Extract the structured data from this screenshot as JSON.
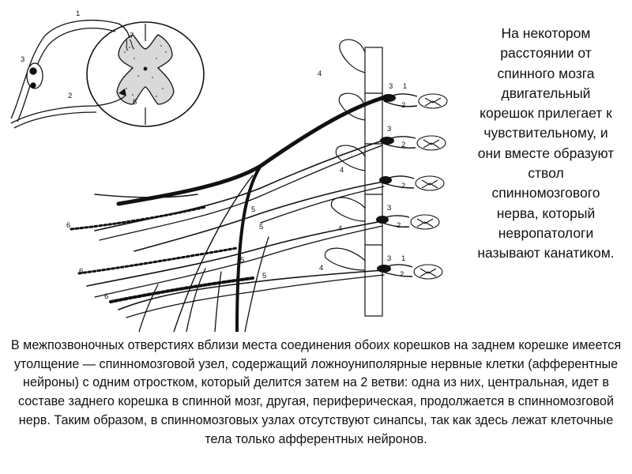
{
  "side_text": "На некотором расстоянии от спинного мозга двигательный корешок прилегает к чувствительному, и они вместе образуют ствол спинномозгового нерва, который невропатологи называют канатиком.",
  "bottom_text": "В межпозвоночных отверстиях вблизи места соединения обоих корешков на заднем корешке имеется утолщение — спинномозговой узел, содержащий ложноуниполярные нервные клетки (афферентные нейроны) с одним отростком, который делится затем на 2 ветви: одна из них, центральная, идет в составе заднего корешка в спинной мозг, другая, периферическая, продолжается в спинномозговой нерв. Таким образом, в спинномозговых узлах отсутствуют синапсы, так как здесь лежат клеточные тела только афферентных нейронов.",
  "labels": {
    "inset_1": "1",
    "inset_2": "2",
    "inset_3": "3",
    "inset_7": "7",
    "inset_8": "8",
    "main_4": "4",
    "main_4b": "4",
    "main_4c": "4",
    "main_4d": "4",
    "main_5a": "5",
    "main_5b": "5",
    "main_5c": "5",
    "main_5d": "5",
    "main_6a": "6",
    "main_6b": "6",
    "main_6c": "6",
    "seg1_3": "3",
    "seg1_1": "1",
    "seg1_2": "2",
    "seg2_3": "3",
    "seg2_2": "2",
    "seg3_2": "2",
    "seg4_3": "3",
    "seg4_2": "2",
    "seg5_3": "3",
    "seg5_1": "1",
    "seg5_2": "2"
  }
}
